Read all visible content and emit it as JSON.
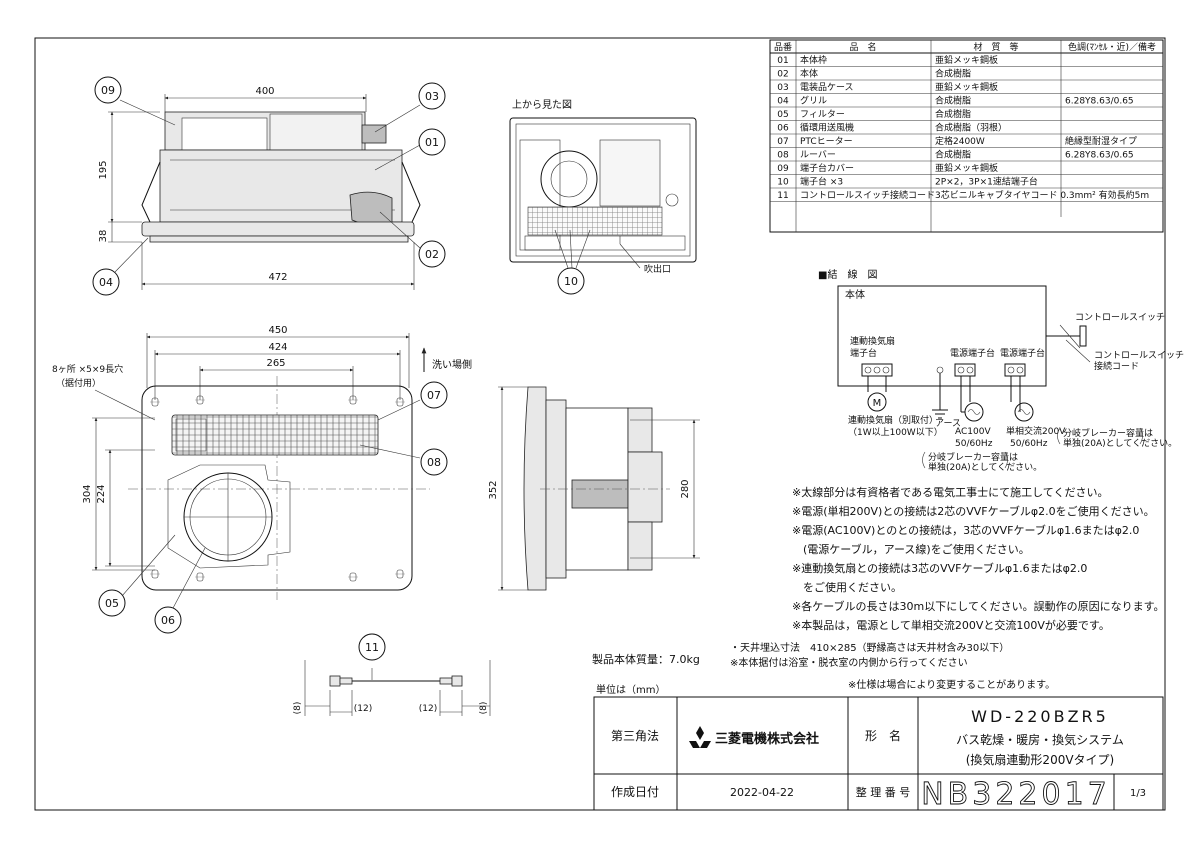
{
  "bom": {
    "headers": [
      "品番",
      "品　名",
      "材　質　等",
      "色調(ﾏﾝｾﾙ・近)／備考"
    ],
    "rows": [
      [
        "01",
        "本体枠",
        "亜鉛メッキ鋼板",
        ""
      ],
      [
        "02",
        "本体",
        "合成樹脂",
        ""
      ],
      [
        "03",
        "電装品ケース",
        "亜鉛メッキ鋼板",
        ""
      ],
      [
        "04",
        "グリル",
        "合成樹脂",
        "6.28Y8.63/0.65"
      ],
      [
        "05",
        "フィルター",
        "合成樹脂",
        ""
      ],
      [
        "06",
        "循環用送風機",
        "合成樹脂（羽根）",
        ""
      ],
      [
        "07",
        "PTCヒーター",
        "定格2400W",
        "絶縁型耐湿タイプ"
      ],
      [
        "08",
        "ルーバー",
        "合成樹脂",
        "6.28Y8.63/0.65"
      ],
      [
        "09",
        "端子台カバー",
        "亜鉛メッキ鋼板",
        ""
      ],
      [
        "10",
        "端子台 ×3",
        "2P×2，3P×1速結端子台",
        ""
      ],
      [
        "11",
        "コントロールスイッチ接続コード",
        "3芯ビニルキャブタイヤコード 0.3mm² 有効長約5m",
        ""
      ]
    ]
  },
  "front_view": {
    "dims": {
      "top": "400",
      "bottom": "472",
      "height": "195",
      "flange": "38"
    },
    "callouts": [
      "09",
      "03",
      "01",
      "02",
      "04"
    ]
  },
  "top_view": {
    "title": "上から見た図",
    "callout": "10",
    "outlet": "吹出口"
  },
  "bottom_view": {
    "dims": {
      "w1": "450",
      "w2": "424",
      "w3": "265",
      "h1": "304",
      "h2": "224"
    },
    "hole_note_1": "8ヶ所 ×5×9長穴",
    "hole_note_2": "（据付用）",
    "flow": "洗い場側",
    "callouts": [
      "07",
      "08",
      "05",
      "06"
    ]
  },
  "side_view": {
    "dims": {
      "outer": "352",
      "inner": "280"
    }
  },
  "wiring": {
    "title": "■結　線　図",
    "body": "本体",
    "tb1": "連動換気扇\n端子台",
    "tb2": "電源端子台",
    "tb3": "電源端子台",
    "motor": "M",
    "fan_note_1": "連動換気扇（別取付）",
    "fan_note_2": "（1W以上100W以下）",
    "earth": "アース",
    "ac100": "AC100V",
    "ac100_hz": "50/60Hz",
    "ac200": "単相交流200V",
    "ac200_hz": "50/60Hz",
    "breaker_a_1": "分岐ブレーカー容量は",
    "breaker_a_2": "単独(20A)としてください。",
    "breaker_b_1": "分岐ブレーカー容量は",
    "breaker_b_2": "単独(20A)としてください。",
    "switch": "コントロールスイッチ",
    "switch_cord_1": "コントロールスイッチ",
    "switch_cord_2": "接続コード"
  },
  "notes": [
    "※太線部分は有資格者である電気工事士にて施工してください。",
    "※電源(単相200V)との接続は2芯のVVFケーブルφ2.0をご使用ください。",
    "※電源(AC100V)とのとの接続は，3芯のVVFケーブルφ1.6またはφ2.0",
    "　(電源ケーブル，アース線)をご使用ください。",
    "※連動換気扇との接続は3芯のVVFケーブルφ1.6またはφ2.0",
    "　をご使用ください。",
    "※各ケーブルの長さは30m以下にしてください。誤動作の原因になります。",
    "※本製品は，電源として単相交流200Vと交流100Vが必要です。"
  ],
  "cord": {
    "callout": "11",
    "d1": "(8)",
    "d2": "(12)",
    "d3": "(12)",
    "d4": "(8)"
  },
  "mass": "製品本体質量：7.0kg",
  "info_1": "・天井埋込寸法　410×285（野縁高さは天井材含み30以下）",
  "info_2": "※本体据付は浴室・脱衣室の内側から行ってください",
  "spec_change": "※仕様は場合により変更することがあります。",
  "unit": "単位は（mm）",
  "title_block": {
    "projection": "第三角法",
    "company": "三菱電機株式会社",
    "model_label": "形　名",
    "model": "WD-220BZR5",
    "desc_1": "バス乾燥・暖房・換気システム",
    "desc_2": "(換気扇連動形200Vタイプ)",
    "date_label": "作成日付",
    "date": "2022-04-22",
    "ref_label": "整 理 番 号",
    "ref": "NB322017",
    "page": "1/3"
  }
}
